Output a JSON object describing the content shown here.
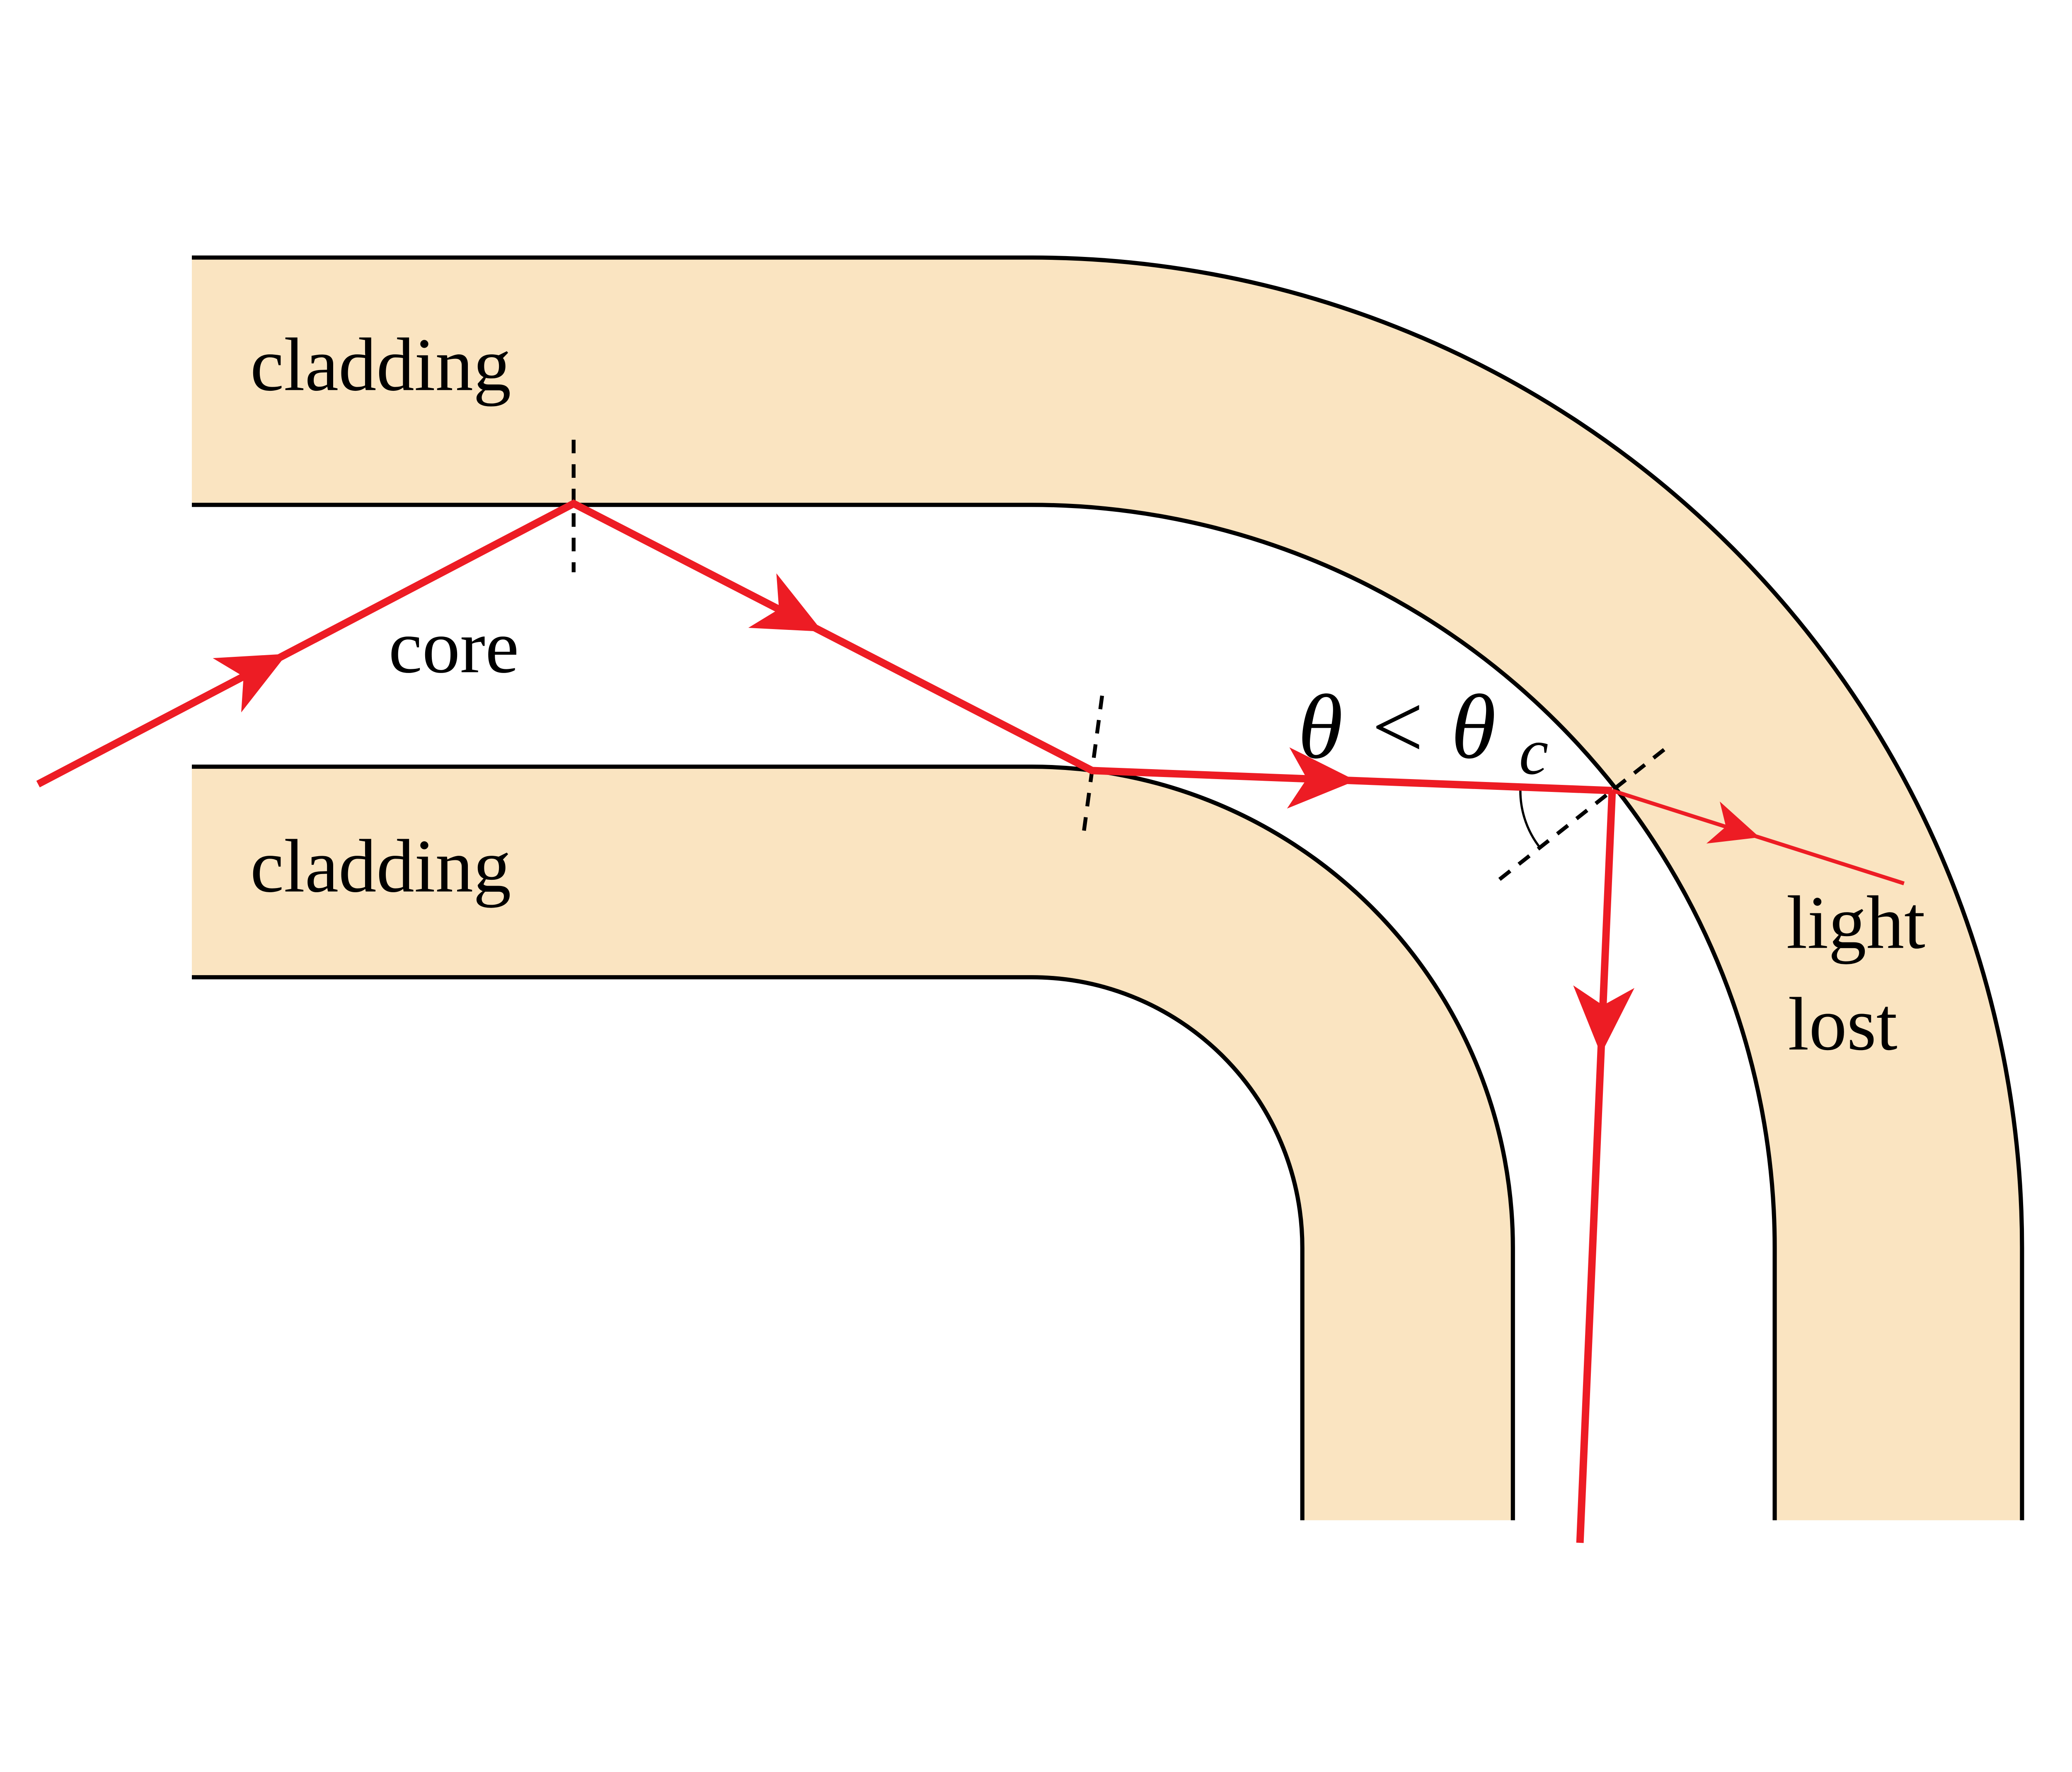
{
  "diagram": {
    "type": "optical-fiber-bend-light-loss",
    "labels": {
      "cladding_top": "cladding",
      "core": "core",
      "cladding_bottom": "cladding",
      "angle_main": "θ < θ",
      "angle_sub": "c",
      "light_lost_line1": "light",
      "light_lost_line2": "lost"
    },
    "colors": {
      "cladding_fill": "#FAE4C1",
      "outline": "#000000",
      "ray": "#ED1C24",
      "background": "#FFFFFF"
    }
  }
}
